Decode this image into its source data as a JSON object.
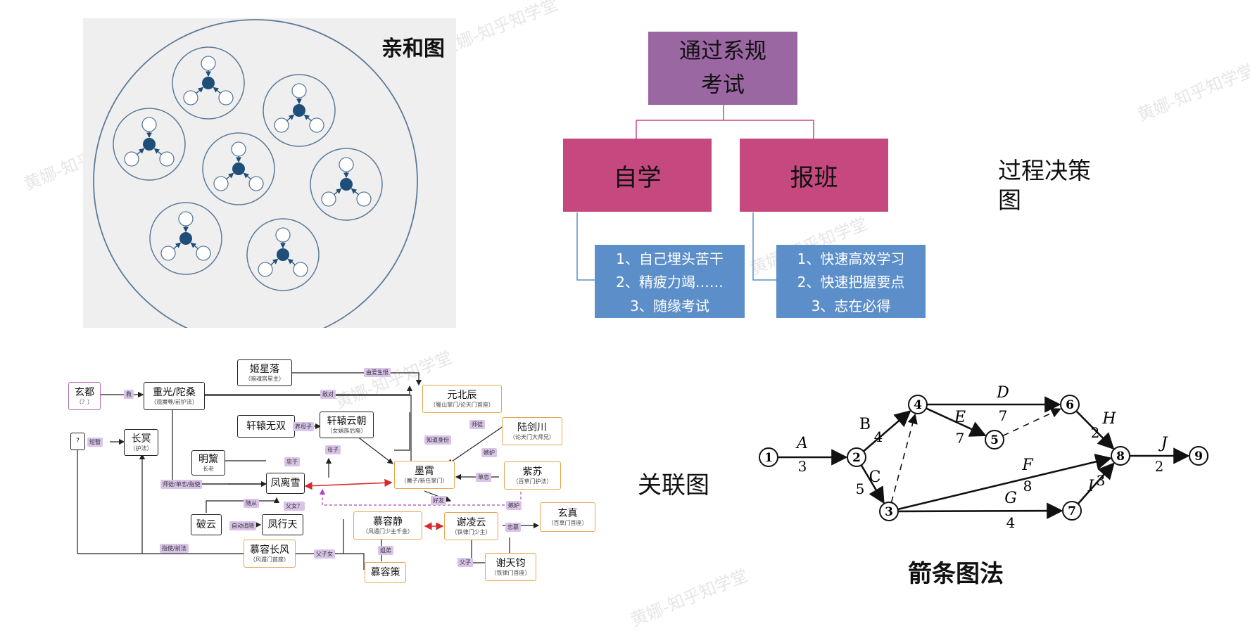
{
  "watermarks": [
    "黄娜-知乎知学堂",
    "黄娜-知乎知学堂",
    "黄娜-知乎知学堂",
    "黄娜-知乎知学堂",
    "黄娜-知乎知学堂",
    "黄娜-知乎知学堂"
  ],
  "affinity": {
    "title": "亲和图"
  },
  "pdpc": {
    "title": "过程决策图",
    "root": {
      "line1": "通过系规",
      "line2": "考试"
    },
    "branches": [
      {
        "label": "自学",
        "items": [
          "1、自己埋头苦干",
          "2、精疲力竭……",
          "3、随缘考试"
        ]
      },
      {
        "label": "报班",
        "items": [
          "1、快速高效学习",
          "2、快速把握要点",
          "3、志在必得"
        ]
      }
    ]
  },
  "relation": {
    "title": "关联图",
    "nodes": [
      {
        "name": "玄都",
        "sub": "（？）"
      },
      {
        "name": "重光/陀桑",
        "sub": "（观魔尊/前护法）"
      },
      {
        "name": "姬星落",
        "sub": "（暗魂宫星主）"
      },
      {
        "name": "元北辰",
        "sub": "（蜀山掌门/论天门首座）"
      },
      {
        "name": "陆剑川",
        "sub": "（论天门大师兄）"
      },
      {
        "name": "轩辕无双",
        "sub": ""
      },
      {
        "name": "轩辕云朝",
        "sub": "（女娲族后裔）"
      },
      {
        "name": "?",
        "sub": ""
      },
      {
        "name": "长冥",
        "sub": "（护法）"
      },
      {
        "name": "明黧",
        "sub": "长老"
      },
      {
        "name": "凤离雪",
        "sub": ""
      },
      {
        "name": "墨霄",
        "sub": "（魔子/新任掌门）"
      },
      {
        "name": "紫苏",
        "sub": "（百草门护法）"
      },
      {
        "name": "破云",
        "sub": ""
      },
      {
        "name": "凤行天",
        "sub": ""
      },
      {
        "name": "慕容静",
        "sub": "（风遁门少主千金）"
      },
      {
        "name": "谢凌云",
        "sub": "（铁律门少主）"
      },
      {
        "name": "玄真",
        "sub": "（百草门首座）"
      },
      {
        "name": "慕容长风",
        "sub": "（风遁门首座）"
      },
      {
        "name": "慕容策",
        "sub": ""
      },
      {
        "name": "谢天钧",
        "sub": "（铁律门首座）"
      }
    ],
    "labels": [
      "救",
      "敌对",
      "由爱生恨",
      "师徒",
      "知道身份",
      "短暂",
      "养母子",
      "母子",
      "嫉妒",
      "师徒/单恋/指使",
      "忠于",
      "单恋",
      "随从",
      "父女？",
      "好友",
      "嫉妒",
      "自动追随",
      "指使/前法",
      "父子女",
      "姐弟",
      "恋慕",
      "父子"
    ]
  },
  "arrow_diagram": {
    "title": "箭条图法",
    "nodes": [
      "1",
      "2",
      "3",
      "4",
      "5",
      "6",
      "7",
      "8",
      "9"
    ],
    "activities": [
      {
        "name": "A",
        "duration": "3"
      },
      {
        "name": "B",
        "duration": "4"
      },
      {
        "name": "C",
        "duration": "5"
      },
      {
        "name": "D",
        "duration": "7"
      },
      {
        "name": "E",
        "duration": "7"
      },
      {
        "name": "F",
        "duration": "8"
      },
      {
        "name": "G",
        "duration": "4"
      },
      {
        "name": "H",
        "duration": "2"
      },
      {
        "name": "I",
        "duration": "3"
      },
      {
        "name": "J",
        "duration": "2"
      }
    ]
  },
  "colors": {
    "purple": "#9b67a3",
    "magenta": "#c5497f",
    "blue": "#5c8fca",
    "navy": "#1f4e79",
    "tree_line": "#c5497f"
  }
}
